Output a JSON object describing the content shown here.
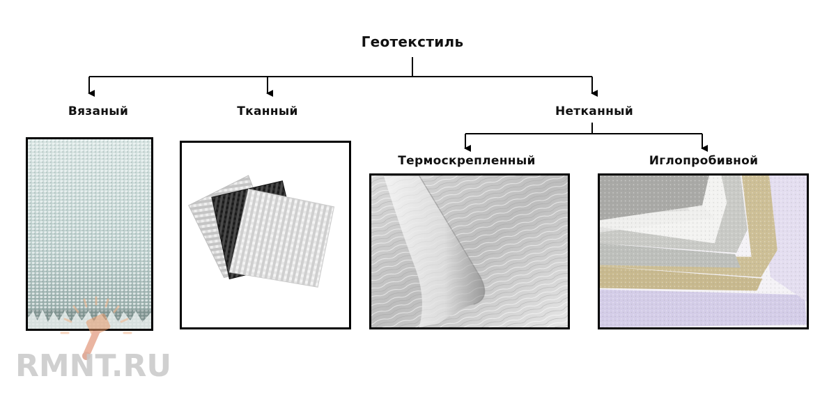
{
  "diagram": {
    "root": "Геотекстиль",
    "branches": {
      "knitted": "Вязаный",
      "woven": "Тканный",
      "nonwoven": "Нетканный"
    },
    "subbranches": {
      "thermo": "Термоскрепленный",
      "needle": "Иглопробивной"
    }
  },
  "watermark": {
    "text": "RMNT.RU"
  }
}
